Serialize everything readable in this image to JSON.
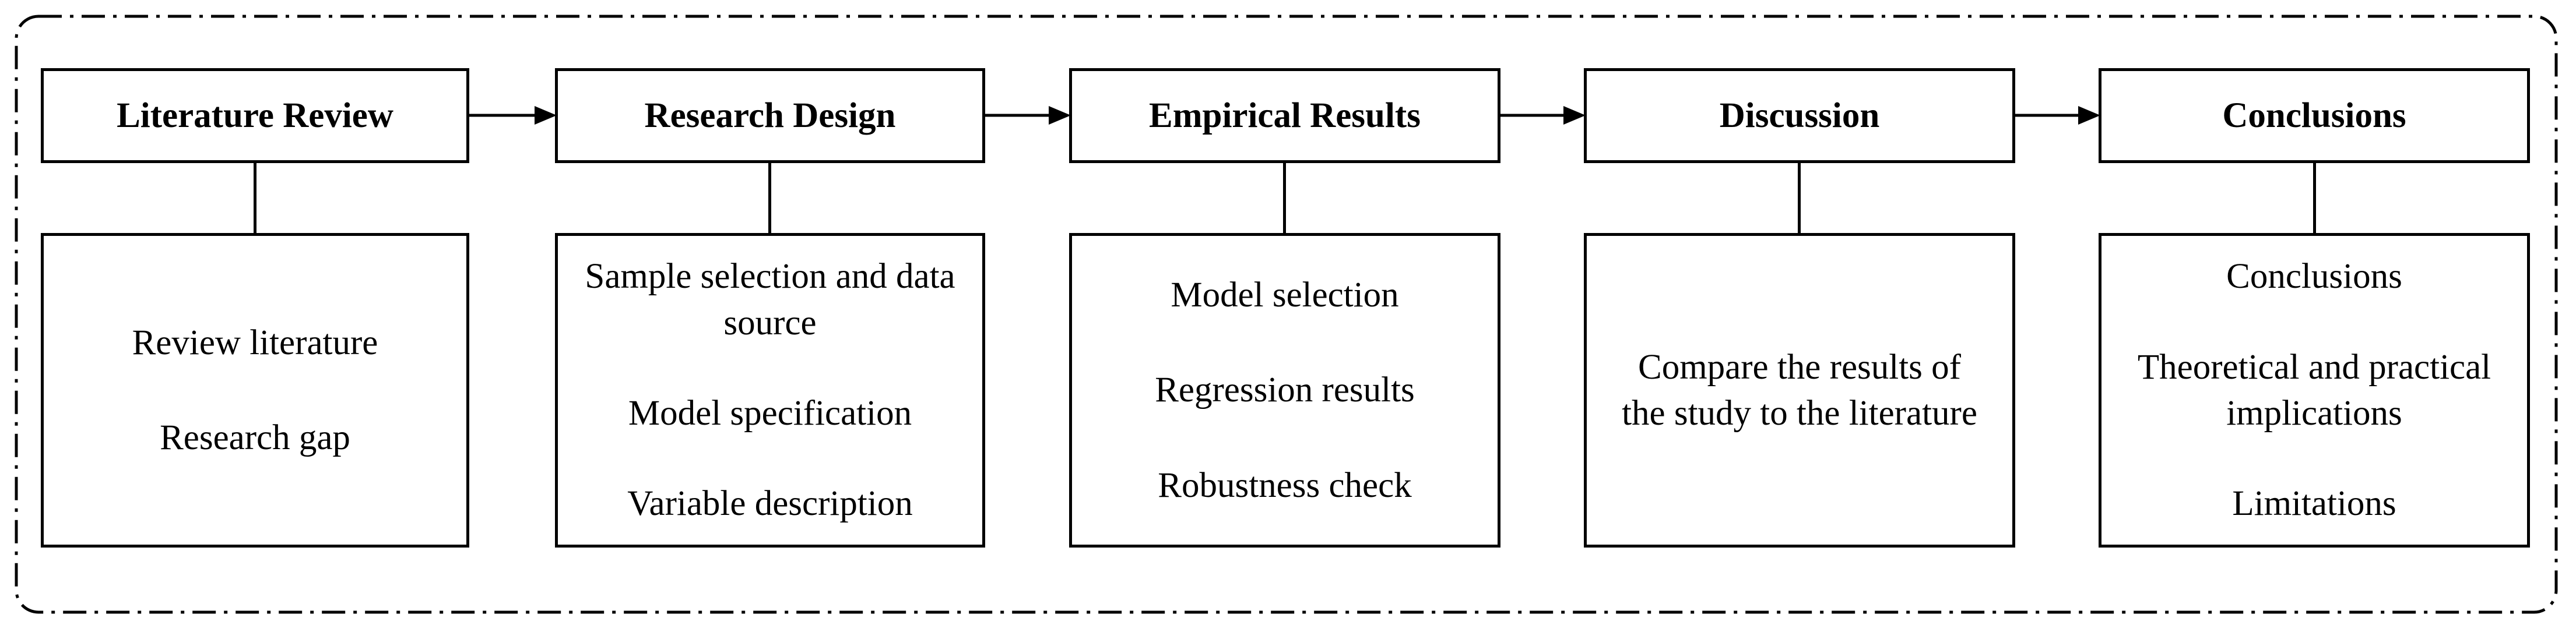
{
  "stages": [
    {
      "title": "Literature Review",
      "items": [
        "Review literature",
        "Research gap"
      ]
    },
    {
      "title": "Research Design",
      "items": [
        "Sample selection and data source",
        "Model specification",
        "Variable description"
      ]
    },
    {
      "title": "Empirical Results",
      "items": [
        "Model selection",
        "Regression results",
        "Robustness check"
      ]
    },
    {
      "title": "Discussion",
      "items": [
        "Compare the results of the study to the literature"
      ]
    },
    {
      "title": "Conclusions",
      "items": [
        "Conclusions",
        "Theoretical and practical implications",
        "Limitations"
      ]
    }
  ],
  "colors": {
    "stroke": "#000000",
    "background": "#ffffff"
  }
}
